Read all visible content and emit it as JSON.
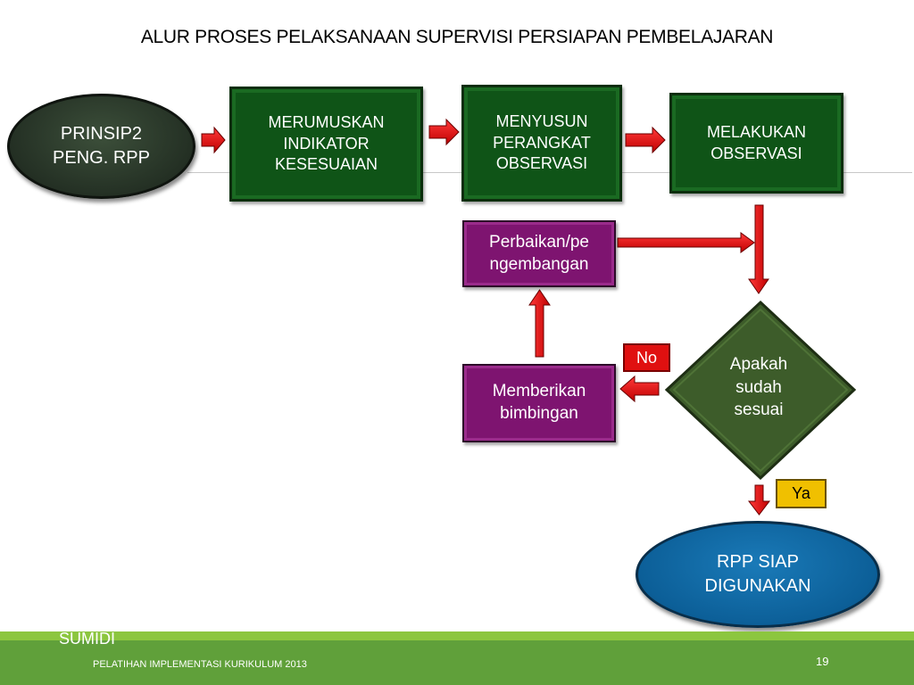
{
  "title": "ALUR PROSES PELAKSANAAN SUPERVISI PERSIAPAN PEMBELAJARAN",
  "nodes": {
    "start": "PRINSIP2\nPENG. RPP",
    "step1": "MERUMUSKAN\nINDIKATOR\nKESESUAIAN",
    "step2": "MENYUSUN\nPERANGKAT\nOBSERVASI",
    "step3": "MELAKUKAN\nOBSERVASI",
    "decision": "Apakah\nsudah\nsesuai",
    "guidance": "Memberikan\nbimbingan",
    "improve": "Perbaikan/pe\nngembangan",
    "end": "RPP SIAP\nDIGUNAKAN"
  },
  "labels": {
    "no": "No",
    "yes": "Ya"
  },
  "footer": {
    "author": "SUMIDI",
    "text": "PELATIHAN IMPLEMENTASI KURIKULUM 2013",
    "page": "19"
  },
  "colors": {
    "green_box": "#0f5417",
    "purple_box": "#7e1470",
    "diamond": "#3d5c2a",
    "arrow": "#e01010",
    "oval_start": "#243024",
    "oval_end": "#0c5f98",
    "footer_bar": "#60a03a"
  }
}
